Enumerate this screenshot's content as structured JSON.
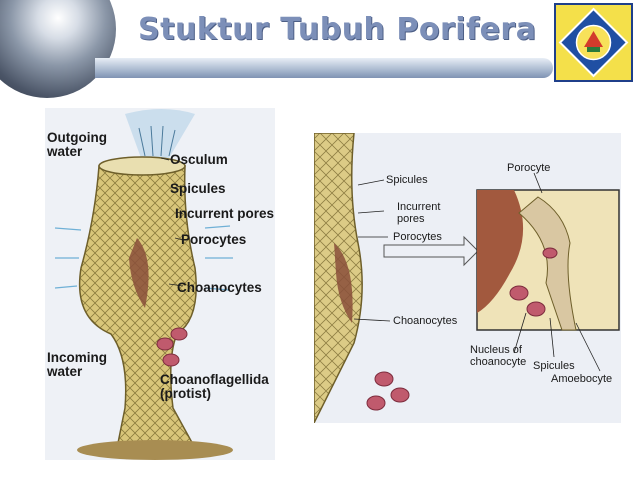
{
  "slide": {
    "title": "Stuktur Tubuh Porifera",
    "colors": {
      "title": "#7c8fb8",
      "bar": "#8a9dbc"
    },
    "logo_icon": "school-emblem-icon"
  },
  "left_diagram": {
    "labels": {
      "outgoing_water": "Outgoing\nwater",
      "osculum": "Osculum",
      "spicules": "Spicules",
      "incurrent_pores": "Incurrent pores",
      "porocytes": "Porocytes",
      "choanocytes": "Choanocytes",
      "incoming_water": "Incoming\nwater",
      "choanoflagellida": "Choanoflagellida\n(protist)"
    }
  },
  "right_diagram": {
    "labels": {
      "spicules": "Spicules",
      "incurrent_pores": "Incurrent\npores",
      "porocytes": "Porocytes",
      "choanocytes": "Choanocytes",
      "porocyte": "Porocyte",
      "nucleus_of_choanocyte": "Nucleus of\nchoanocyte",
      "spicules_detail": "Spicules",
      "amoebocyte": "Amoebocyte"
    }
  }
}
